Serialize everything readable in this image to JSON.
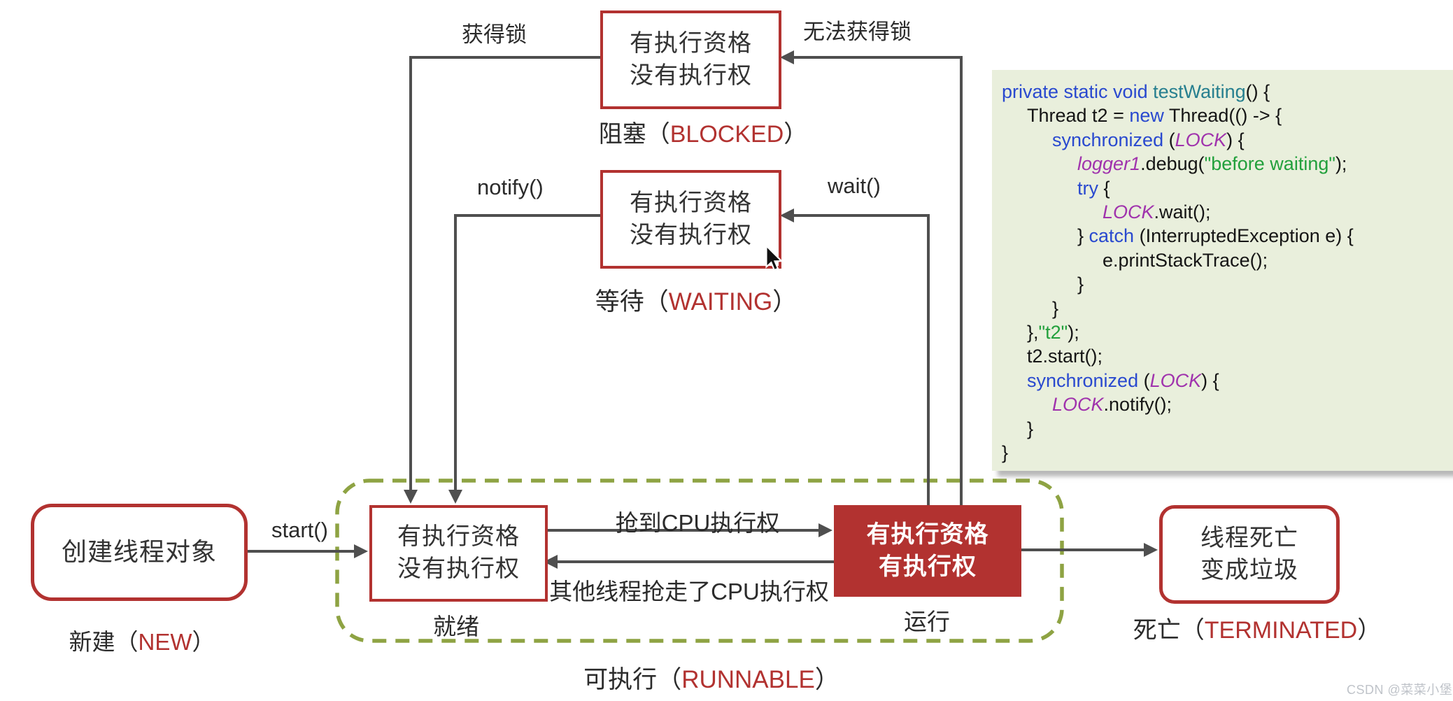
{
  "colors": {
    "red": "#b23230",
    "line_gray": "#4f4f4f",
    "dash_green": "#8ea343",
    "code_background": "#e9efdc",
    "code_keyword_blue": "#2949cf",
    "code_method_teal": "#267f8f",
    "code_variable_purple": "#a033ad",
    "code_string_green": "#22a03c",
    "watermark_gray": "#bfc3c9"
  },
  "diagram": {
    "paren_open": "（",
    "paren_close": "）",
    "states": {
      "new": {
        "box_text": "创建线程对象",
        "label_zh": "新建",
        "label_en": "NEW"
      },
      "ready": {
        "line1": "有执行资格",
        "line2": "没有执行权",
        "label": "就绪"
      },
      "running": {
        "line1": "有执行资格",
        "line2": "有执行权",
        "label": "运行"
      },
      "blocked": {
        "line1": "有执行资格",
        "line2": "没有执行权",
        "label_zh": "阻塞",
        "label_en": "BLOCKED"
      },
      "waiting": {
        "line1": "有执行资格",
        "line2": "没有执行权",
        "label_zh": "等待",
        "label_en": "WAITING"
      },
      "runnable": {
        "label_zh": "可执行",
        "label_en": "RUNNABLE"
      },
      "terminated": {
        "line1": "线程死亡",
        "line2": "变成垃圾",
        "label_zh": "死亡",
        "label_en": "TERMINATED"
      }
    },
    "transitions": {
      "acquire_lock": "获得锁",
      "cannot_acquire_lock": "无法获得锁",
      "notify": "notify()",
      "wait": "wait()",
      "start": "start()",
      "grab_cpu": "抢到CPU执行权",
      "lose_cpu": "其他线程抢走了CPU执行权"
    }
  },
  "code": {
    "lines": [
      {
        "indent": 0,
        "tokens": [
          [
            "k",
            "private static void "
          ],
          [
            "m",
            "testWaiting"
          ],
          [
            "p",
            "() {"
          ]
        ]
      },
      {
        "indent": 1,
        "tokens": [
          [
            "p",
            "Thread t2 = "
          ],
          [
            "k",
            "new"
          ],
          [
            "p",
            " Thread(() -> {"
          ]
        ]
      },
      {
        "indent": 2,
        "tokens": [
          [
            "k",
            "synchronized"
          ],
          [
            "p",
            " ("
          ],
          [
            "v",
            "LOCK"
          ],
          [
            "p",
            ") {"
          ]
        ]
      },
      {
        "indent": 3,
        "tokens": [
          [
            "v",
            "logger1"
          ],
          [
            "p",
            ".debug("
          ],
          [
            "s",
            "\"before waiting\""
          ],
          [
            "p",
            ");"
          ]
        ]
      },
      {
        "indent": 3,
        "tokens": [
          [
            "k",
            "try"
          ],
          [
            "p",
            " {"
          ]
        ]
      },
      {
        "indent": 4,
        "tokens": [
          [
            "v",
            "LOCK"
          ],
          [
            "p",
            ".wait();"
          ]
        ]
      },
      {
        "indent": 3,
        "tokens": [
          [
            "p",
            "} "
          ],
          [
            "k",
            "catch"
          ],
          [
            "p",
            " (InterruptedException e) {"
          ]
        ]
      },
      {
        "indent": 4,
        "tokens": [
          [
            "p",
            "e.printStackTrace();"
          ]
        ]
      },
      {
        "indent": 3,
        "tokens": [
          [
            "p",
            "}"
          ]
        ]
      },
      {
        "indent": 2,
        "tokens": [
          [
            "p",
            "}"
          ]
        ]
      },
      {
        "indent": 1,
        "tokens": [
          [
            "p",
            "},"
          ],
          [
            "s",
            "\"t2\""
          ],
          [
            "p",
            ");"
          ]
        ]
      },
      {
        "indent": 1,
        "tokens": [
          [
            "p",
            "t2.start();"
          ]
        ]
      },
      {
        "indent": 1,
        "tokens": [
          [
            "k",
            "synchronized"
          ],
          [
            "p",
            " ("
          ],
          [
            "v",
            "LOCK"
          ],
          [
            "p",
            ") {"
          ]
        ]
      },
      {
        "indent": 2,
        "tokens": [
          [
            "v",
            "LOCK"
          ],
          [
            "p",
            ".notify();"
          ]
        ]
      },
      {
        "indent": 1,
        "tokens": [
          [
            "p",
            "}"
          ]
        ]
      },
      {
        "indent": 0,
        "tokens": [
          [
            "p",
            "}"
          ]
        ]
      }
    ]
  },
  "watermark": "CSDN @菜菜小堡"
}
